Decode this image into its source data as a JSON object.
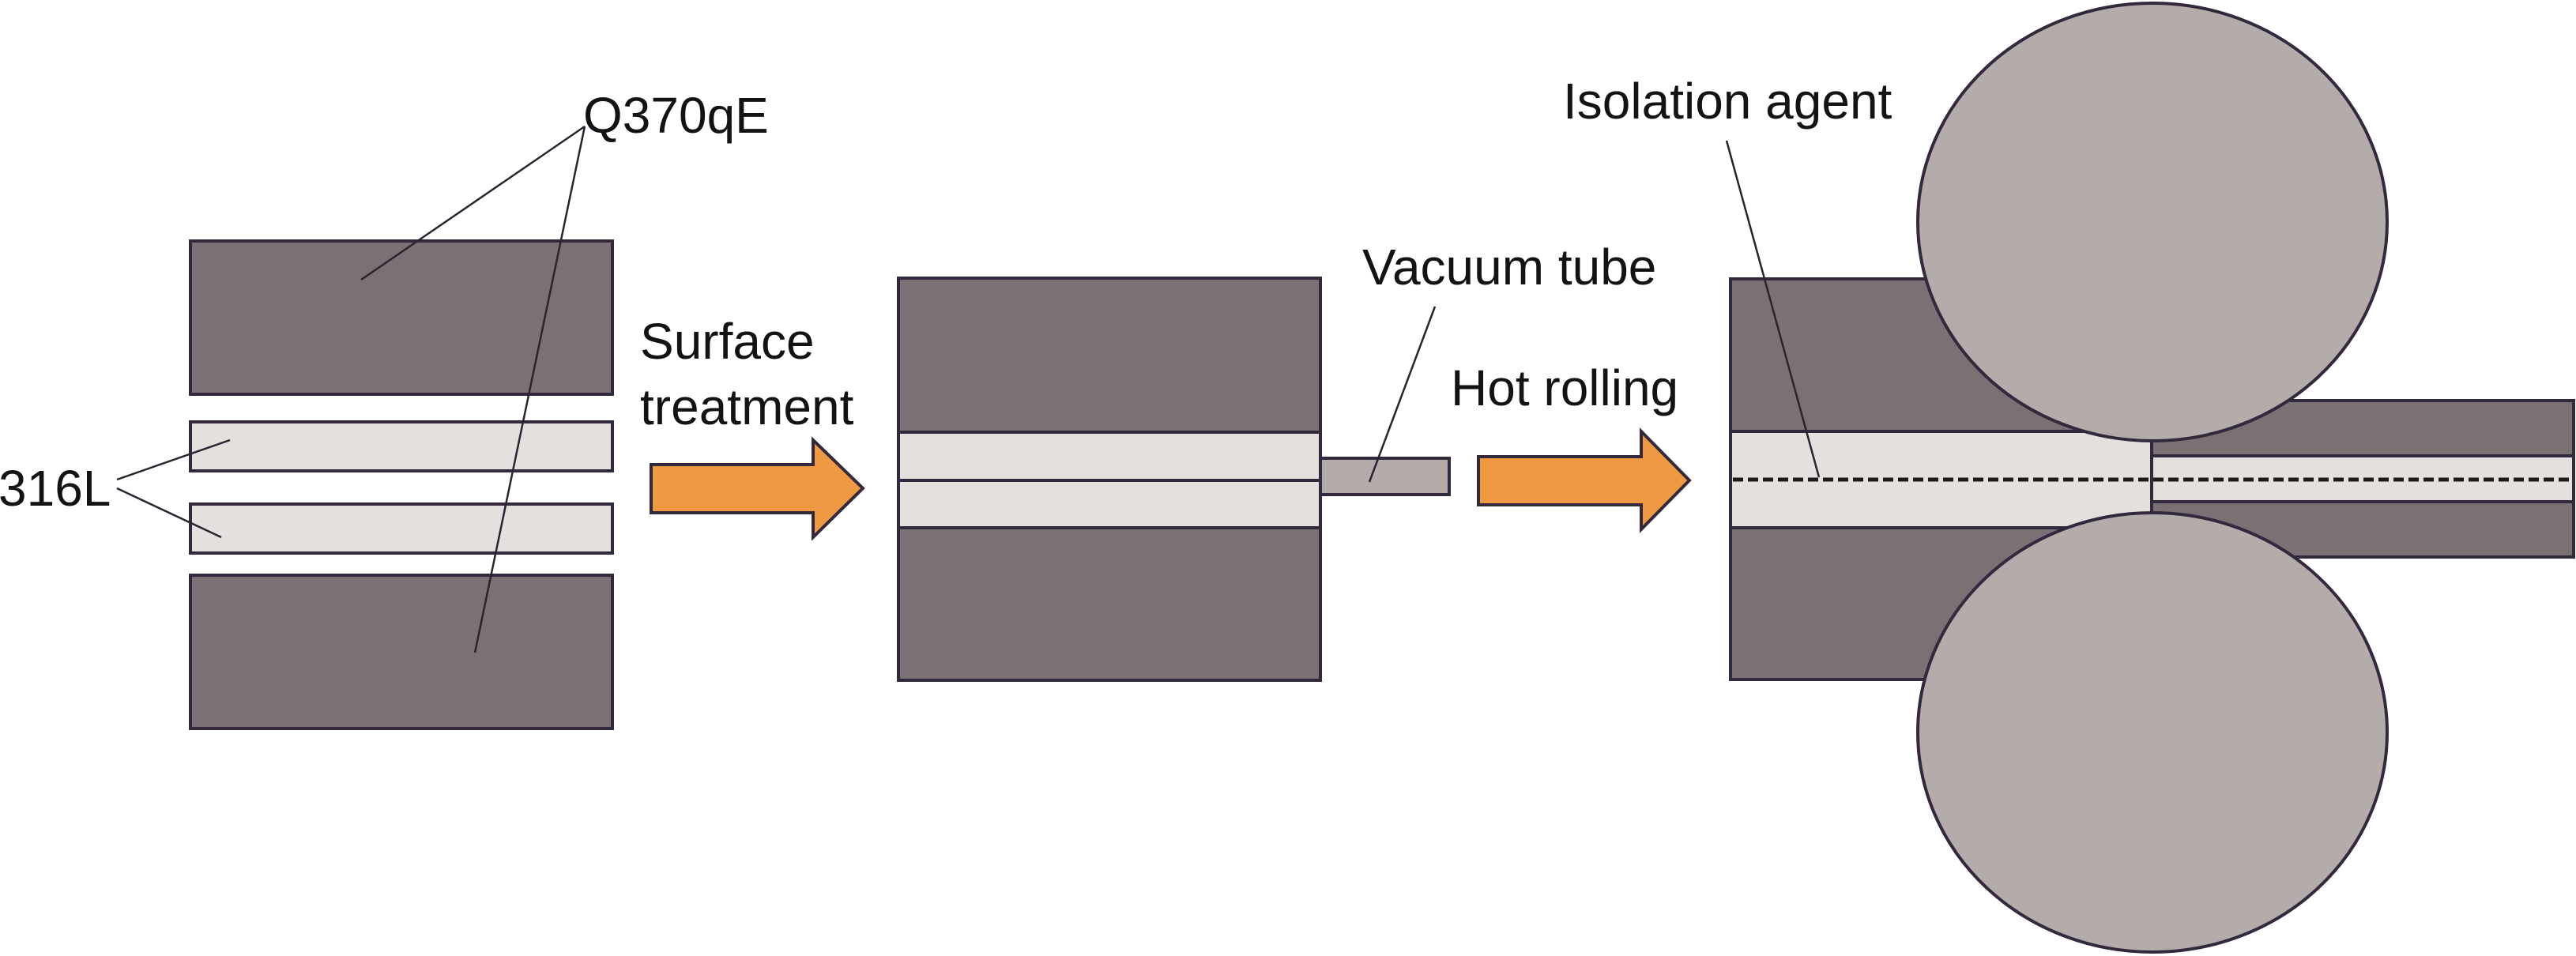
{
  "figure": {
    "description": "Schematic of vacuum hot-roll cladding process for 316L / Q370qE composite plate",
    "colors": {
      "base_plate": "#7b7175",
      "clad_strip": "#e3e0de",
      "roller_and_tube": "#b3acab",
      "process_arrow": "#ef9a43",
      "outline": "#322a3c"
    }
  },
  "labels": {
    "base_metal": "Q370qE",
    "clad_metal": "316L",
    "step1": [
      "Surface",
      "treatment"
    ],
    "vacuum_tube": "Vacuum tube",
    "step2": "Hot rolling",
    "isolation_agent": "Isolation agent"
  }
}
